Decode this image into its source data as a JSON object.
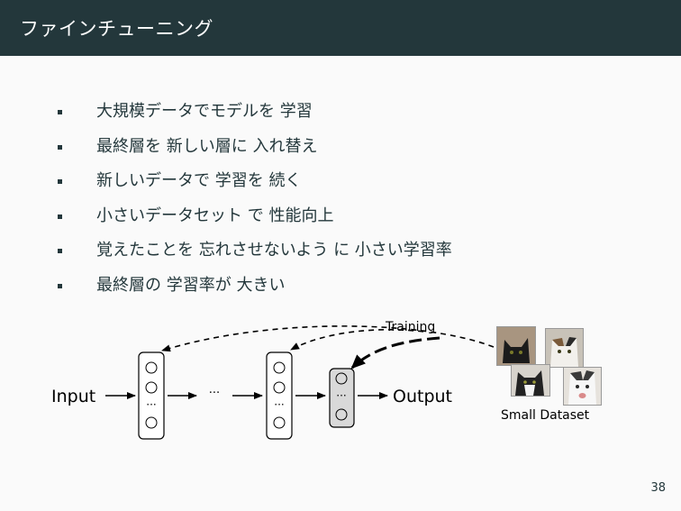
{
  "slide": {
    "title": "ファインチューニング",
    "bullets": [
      "大規模データでモデルを 学習",
      "最終層を 新しい層に 入れ替え",
      "新しいデータで 学習を 続く",
      "小さいデータセット で 性能向上",
      "覚えたことを 忘れさせないよう に 小さい学習率",
      "最終層の 学習率が 大きい"
    ],
    "page_number": "38"
  },
  "diagram": {
    "input_label": "Input",
    "output_label": "Output",
    "training_label": "Training",
    "dataset_label": "Small Dataset",
    "ellipsis": "···",
    "colors": {
      "layer_fill": "#ffffff",
      "new_layer_fill": "#d9d9d9",
      "stroke": "#000000"
    },
    "images": [
      "cat-photo-1",
      "cat-photo-2",
      "cat-photo-3",
      "cat-photo-4"
    ]
  }
}
